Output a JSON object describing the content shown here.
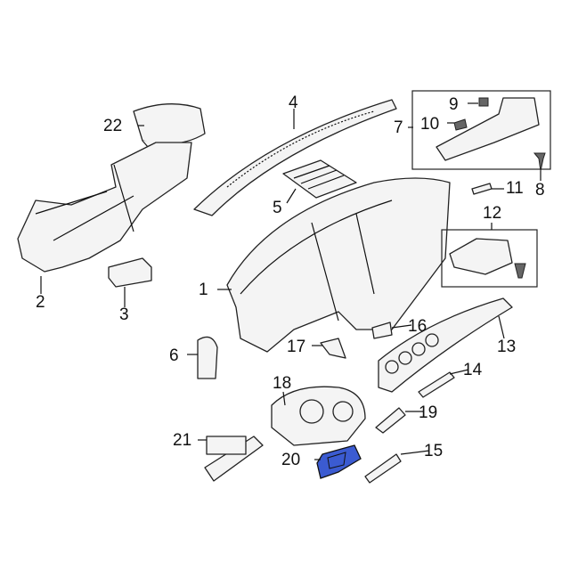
{
  "title": "Instrument Panel Components Diagram",
  "highlight_color": "#3b5bd1",
  "callouts": [
    "1",
    "2",
    "3",
    "4",
    "5",
    "6",
    "7",
    "8",
    "9",
    "10",
    "11",
    "12",
    "13",
    "14",
    "15",
    "16",
    "17",
    "18",
    "19",
    "20",
    "21",
    "22"
  ]
}
